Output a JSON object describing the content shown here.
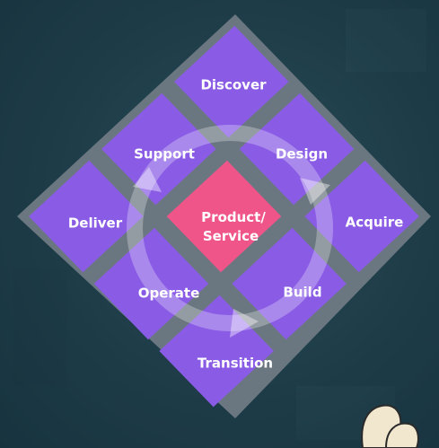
{
  "diagram": {
    "center": {
      "line1": "Product/",
      "line2": "Service"
    },
    "cells": {
      "discover": "Discover",
      "design": "Design",
      "acquire": "Acquire",
      "build": "Build",
      "transition": "Transition",
      "operate": "Operate",
      "deliver": "Deliver",
      "support": "Support"
    }
  },
  "colors": {
    "background": "#1f3e4a",
    "frame": "#6b7780",
    "cell": "#8a5ce6",
    "center": "#f0558a",
    "label": "#ffffff"
  }
}
